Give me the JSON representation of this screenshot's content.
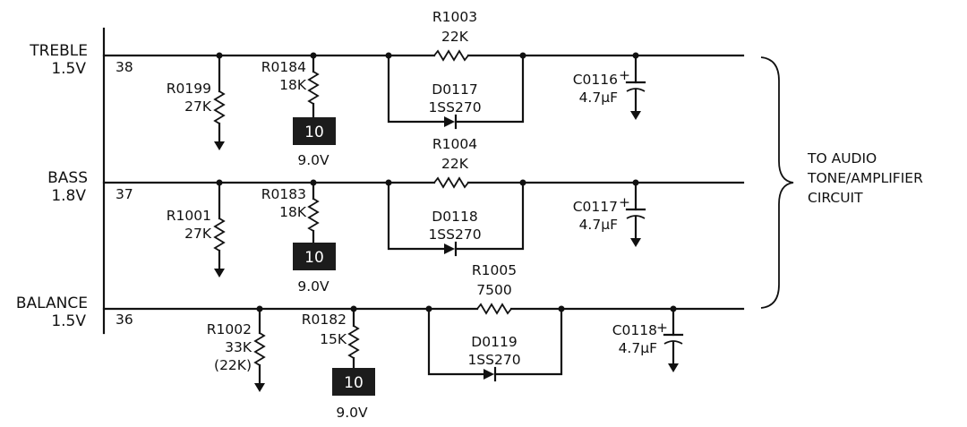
{
  "inputs": [
    {
      "name": "TREBLE",
      "voltage": "1.5V",
      "pin": "38"
    },
    {
      "name": "BASS",
      "voltage": "1.8V",
      "pin": "37"
    },
    {
      "name": "BALANCE",
      "voltage": "1.5V",
      "pin": "36"
    }
  ],
  "circuits": [
    {
      "shunt_resistor": {
        "ref": "R0199",
        "value": "27K",
        "alt": ""
      },
      "pullup_resistor": {
        "ref": "R0184",
        "value": "18K"
      },
      "supply_box": "10",
      "supply_voltage": "9.0V",
      "series_resistor": {
        "ref": "R1003",
        "value": "22K"
      },
      "diode": {
        "ref": "D0117",
        "part": "1SS270"
      },
      "capacitor": {
        "ref": "C0116",
        "value": "4.7µF",
        "polarity": "+"
      }
    },
    {
      "shunt_resistor": {
        "ref": "R1001",
        "value": "27K",
        "alt": ""
      },
      "pullup_resistor": {
        "ref": "R0183",
        "value": "18K"
      },
      "supply_box": "10",
      "supply_voltage": "9.0V",
      "series_resistor": {
        "ref": "R1004",
        "value": "22K"
      },
      "diode": {
        "ref": "D0118",
        "part": "1SS270"
      },
      "capacitor": {
        "ref": "C0117",
        "value": "4.7µF",
        "polarity": "+"
      }
    },
    {
      "shunt_resistor": {
        "ref": "R1002",
        "value": "33K",
        "alt": "(22K)"
      },
      "pullup_resistor": {
        "ref": "R0182",
        "value": "15K"
      },
      "supply_box": "10",
      "supply_voltage": "9.0V",
      "series_resistor": {
        "ref": "R1005",
        "value": "7500"
      },
      "diode": {
        "ref": "D0119",
        "part": "1SS270"
      },
      "capacitor": {
        "ref": "C0118",
        "value": "4.7µF",
        "polarity": "+"
      }
    }
  ],
  "output": {
    "line1": "TO AUDIO",
    "line2": "TONE/AMPLIFIER",
    "line3": "CIRCUIT"
  },
  "colors": {
    "ink": "#111111",
    "background": "#ffffff"
  }
}
